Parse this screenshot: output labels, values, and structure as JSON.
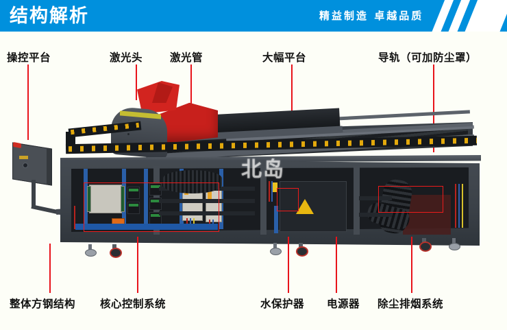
{
  "banner": {
    "title": "结构解析",
    "slogan": "精益制造  卓越品质",
    "bg_color": "#0090dd",
    "text_color": "#ffffff",
    "stripe_color": "#ffffff"
  },
  "page": {
    "background_color": "#fdfef7",
    "accent_color": "#e8131a",
    "label_color": "#111111"
  },
  "top_labels": [
    {
      "text": "操控平台",
      "name": "label-control-panel"
    },
    {
      "text": "激光头",
      "name": "label-laser-head"
    },
    {
      "text": "激光管",
      "name": "label-laser-tube"
    },
    {
      "text": "大幅平台",
      "name": "label-large-platform"
    },
    {
      "text": "导轨（可加防尘罩）",
      "name": "label-guide-rail"
    }
  ],
  "bottom_labels": [
    {
      "text": "整体方钢结构",
      "name": "label-square-steel-frame"
    },
    {
      "text": "核心控制系统",
      "name": "label-core-control-system"
    },
    {
      "text": "水保护器",
      "name": "label-water-protector"
    },
    {
      "text": "电源器",
      "name": "label-power-supply"
    },
    {
      "text": "除尘排烟系统",
      "name": "label-dust-exhaust-system"
    }
  ],
  "watermark": {
    "text": "北岛"
  },
  "machine": {
    "body_color": "#3f454c",
    "gantry_color": "#c8201c",
    "interior_color": "#191c20",
    "chain_dot_color": "#e3a90c",
    "highlight_box_color": "#ee1b1b",
    "warning_label_color": "#e8b710",
    "warning_symbol": "⚡"
  }
}
